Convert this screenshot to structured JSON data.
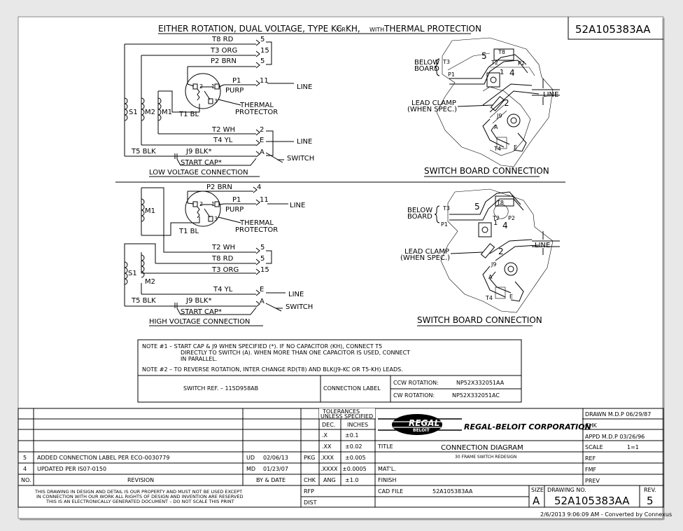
{
  "drawing_number": "52A105383AA",
  "title_line": "EITHER ROTATION, DUAL VOLTAGE, TYPE KC",
  "title_or": "OR",
  "title_kh": "KH,",
  "title_with": "WITH",
  "title_tp": "THERMAL PROTECTION",
  "low": {
    "leads": [
      {
        "label": "T8 RD",
        "term": "5"
      },
      {
        "label": "T3 ORG",
        "term": "15"
      },
      {
        "label": "P2 BRN",
        "term": "5"
      },
      {
        "label": "P1",
        "sub": "PURP",
        "term": "11"
      },
      {
        "label": "T2 WH",
        "term": "2"
      },
      {
        "label": "T4 YL",
        "term": "E"
      },
      {
        "label": "J9 BLK*",
        "term": "A"
      }
    ],
    "t5": "T5 BLK",
    "t1": "T1 BL",
    "start_cap": "START CAP*",
    "line1": "LINE",
    "line2": "LINE",
    "switch": "SWITCH",
    "windings": [
      "S1",
      "M2",
      "M1"
    ],
    "prot_terms": [
      "2",
      "1",
      "3"
    ],
    "thermal": "THERMAL",
    "protector": "PROTECTOR",
    "caption": "LOW VOLTAGE CONNECTION"
  },
  "high": {
    "leads": [
      {
        "label": "P2 BRN",
        "term": "4"
      },
      {
        "label": "P1",
        "sub": "PURP",
        "term": "11"
      },
      {
        "label": "T2 WH",
        "term": "5"
      },
      {
        "label": "T8 RD",
        "term": "5"
      },
      {
        "label": "T3 ORG",
        "term": "15"
      },
      {
        "label": "T4 YL",
        "term": "E"
      },
      {
        "label": "J9 BLK*",
        "term": "A"
      }
    ],
    "t5": "T5 BLK",
    "t1": "T1 BL",
    "start_cap": "START CAP*",
    "line1": "LINE",
    "line2": "LINE",
    "switch": "SWITCH",
    "windings": [
      "M1",
      "S1",
      "M2"
    ],
    "prot_terms": [
      "2",
      "1",
      "3"
    ],
    "thermal": "THERMAL",
    "protector": "PROTECTOR",
    "caption": "HIGH VOLTAGE CONNECTION"
  },
  "board1": {
    "below": "BELOW",
    "board": "BOARD",
    "lead_clamp": "LEAD CLAMP",
    "when_spec": "(WHEN SPEC.)",
    "line": "LINE",
    "caption": "SWITCH BOARD CONNECTION",
    "tags": [
      "T3",
      "P1",
      "5",
      "T8",
      "T2",
      "P2",
      "1",
      "4",
      "2",
      "J9",
      "A",
      "T4",
      "E"
    ]
  },
  "board2": {
    "below": "BELOW",
    "board": "BOARD",
    "lead_clamp": "LEAD CLAMP",
    "when_spec": "(WHEN SPEC.)",
    "line": "LINE",
    "caption": "SWITCH BOARD CONNECTION",
    "tags": [
      "T3",
      "P1",
      "5",
      "T8",
      "T2",
      "P2",
      "1",
      "4",
      "2",
      "J9",
      "A",
      "T4",
      "E"
    ]
  },
  "notes": {
    "n1_a": "NOTE #1 – START CAP & J9 WHEN SPECIFIED (*). IF NO CAPACITOR (KH), CONNECT T5",
    "n1_b": "DIRECTLY TO SWITCH (A). WHEN MORE THAN ONE CAPACITOR IS USED, CONNECT",
    "n1_c": "IN PARALLEL.",
    "n2": "NOTE #2 – TO REVERSE ROTATION, INTER    CHANGE RD(T8) AND BLK(J9-KC OR T5-KH) LEADS.",
    "switch_ref": "SWITCH REF. – 115D958AB",
    "conn_label": "CONNECTION LABEL",
    "ccw_label": "CCW ROTATION:",
    "ccw_value": "NP52X332051AA",
    "cw_label": "CW ROTATION:",
    "cw_value": "NP52X332051AC"
  },
  "title_block": {
    "tol_1": "TOLERANCES",
    "tol_2": "UNLESS SPECIFIED",
    "dec": "DEC.",
    "inches": "INCHES",
    "tol_rows": [
      [
        ".X",
        "±0.1"
      ],
      [
        ".XX",
        "±0.02"
      ],
      [
        ".XXX",
        "±0.005"
      ],
      [
        ".XXXX",
        "±0.0005"
      ]
    ],
    "ang": "ANG",
    "ang_val": "±1.0",
    "company": "REGAL-BELOIT CORPORATION",
    "logo_1": "REGAL",
    "logo_2": "BELOIT",
    "title_lbl": "TITLE",
    "title": "CONNECTION DIAGRAM",
    "subtitle": "30 FRAME SWITCH REDESIGN",
    "matl": "MAT'L.",
    "finish": "FINISH",
    "cad_file_lbl": "CAD FILE",
    "cad_file": "52A105383AA",
    "rfp": "RFP",
    "dist": "DIST",
    "chk_col": "CHK",
    "pkg": "PKG",
    "drawn": "DRAWN  M.D.P  06/29/87",
    "chk": "CHK",
    "appd": "APPD  M.D.P  03/26/96",
    "scale_lbl": "SCALE",
    "scale": "1=1",
    "ref": "REF",
    "fmf": "FMF",
    "prev": "PREV",
    "size_lbl": "SIZE",
    "size": "A",
    "dwg_no_lbl": "DRAWING NO.",
    "dwg_no": "52A105383AA",
    "rev_lbl": "REV.",
    "rev": "5",
    "revisions": [
      {
        "no": "5",
        "desc": "ADDED CONNECTION LABEL PER ECO-0030779",
        "by": "UD",
        "date": "02/06/13"
      },
      {
        "no": "4",
        "desc": "UPDATED PER IS07-0150",
        "by": "MD",
        "date": "01/23/07"
      }
    ],
    "no_hdr": "NO.",
    "rev_hdr": "REVISION",
    "by_hdr": "BY & DATE",
    "legal_1": "THIS DRAWING IN DESIGN AND DETAIL IS OUR PROPERTY AND MUST NOT BE USED EXCEPT",
    "legal_2": "IN CONNECTION WITH OUR WORK ALL RIGHTS OF DESIGN AND INVENTION ARE RESERVED",
    "legal_3": "THIS IS AN ELECTRONICALLY GENERATED DOCUMENT – DO NOT SCALE THIS PRINT"
  },
  "footer": "2/6/2013 9:06:09 AM - Converted by Connexus"
}
